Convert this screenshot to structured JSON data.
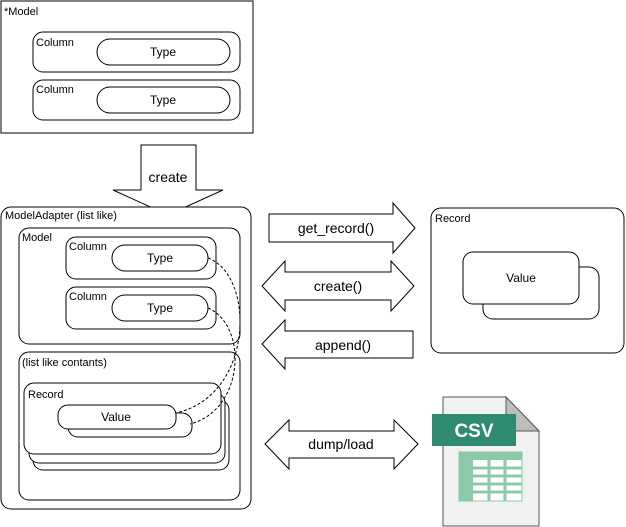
{
  "model_box": {
    "title": "*Model",
    "columns": [
      {
        "label": "Column",
        "type_label": "Type"
      },
      {
        "label": "Column",
        "type_label": "Type"
      }
    ]
  },
  "create_arrow": {
    "label": "create"
  },
  "adapter": {
    "title": "ModelAdapter (list like)",
    "model": {
      "title": "Model",
      "columns": [
        {
          "label": "Column",
          "type_label": "Type"
        },
        {
          "label": "Column",
          "type_label": "Type"
        }
      ]
    },
    "contents": {
      "title": "(list like contants)",
      "record_title": "Record",
      "value_label": "Value"
    }
  },
  "operations": {
    "get_record": "get_record()",
    "create": "create()",
    "append": "append()",
    "dump_load": "dump/load"
  },
  "record_box": {
    "title": "Record",
    "value_label": "Value"
  },
  "csv_file": {
    "label": "CSV",
    "icon": "csv-file-icon",
    "accent_color": "#2e8b72",
    "grid_color": "#8cc9a9"
  }
}
